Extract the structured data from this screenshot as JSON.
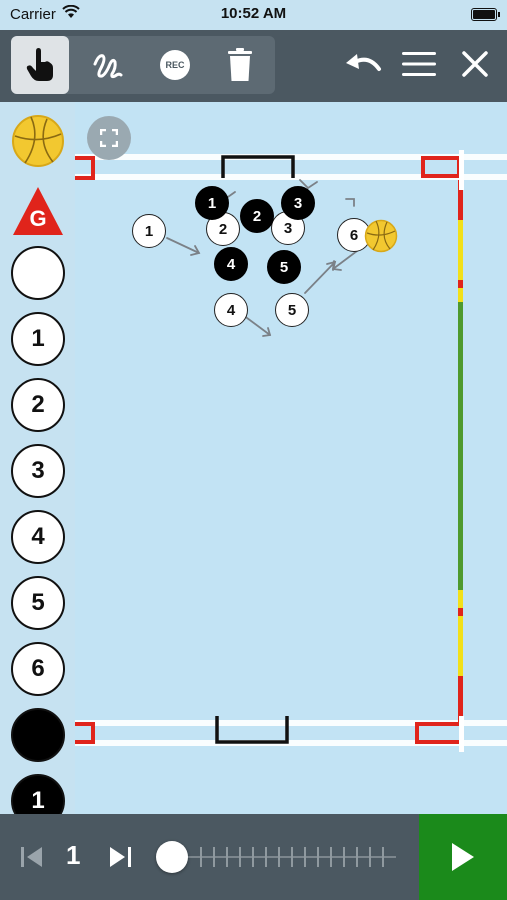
{
  "status_bar": {
    "carrier": "Carrier",
    "time": "10:52 AM"
  },
  "toolbar": {
    "tools": [
      "pointer-tool",
      "draw-tool",
      "record-tool",
      "delete-tool"
    ],
    "record_label": "REC",
    "right_tools": [
      "undo",
      "menu",
      "close"
    ]
  },
  "sidebar": {
    "goalkeeper_label": "G",
    "white_caps": [
      "1",
      "2",
      "3",
      "4",
      "5",
      "6"
    ],
    "dark_caps": [
      "1"
    ]
  },
  "field": {
    "white_players": [
      "1",
      "2",
      "3",
      "4",
      "5",
      "6"
    ],
    "dark_players": [
      "1",
      "2",
      "3",
      "4",
      "5"
    ]
  },
  "playback": {
    "frame": "1"
  },
  "colors": {
    "toolbar": "#4b5861",
    "pool": "#c2e3f4",
    "play_button": "#1b8a1b",
    "lane_red": "#e0241b",
    "lane_yellow": "#f2e01a",
    "lane_green": "#4e9a2e",
    "ball": "#f2c830"
  }
}
